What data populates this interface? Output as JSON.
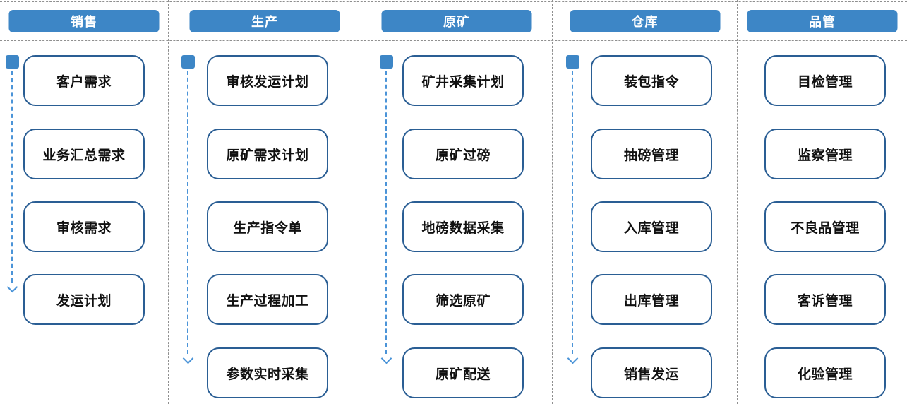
{
  "theme": {
    "header_bg": "#3d86c6",
    "box_border": "#2a5e94",
    "arrow_color": "#4b94d8",
    "grid_line_color": "#8f8f8f",
    "box_text_color": "#111111",
    "header_text_color": "#ffffff"
  },
  "columns": [
    {
      "title": "销售",
      "has_flow_arrow": true,
      "items": [
        "客户需求",
        "业务汇总需求",
        "审核需求",
        "发运计划"
      ]
    },
    {
      "title": "生产",
      "has_flow_arrow": true,
      "items": [
        "审核发运计划",
        "原矿需求计划",
        "生产指令单",
        "生产过程加工",
        "参数实时采集"
      ]
    },
    {
      "title": "原矿",
      "has_flow_arrow": true,
      "items": [
        "矿井采集计划",
        "原矿过磅",
        "地磅数据采集",
        "筛选原矿",
        "原矿配送"
      ]
    },
    {
      "title": "仓库",
      "has_flow_arrow": true,
      "items": [
        "装包指令",
        "抽磅管理",
        "入库管理",
        "出库管理",
        "销售发运"
      ]
    },
    {
      "title": "品管",
      "has_flow_arrow": false,
      "items": [
        "目检管理",
        "监察管理",
        "不良品管理",
        "客诉管理",
        "化验管理"
      ]
    }
  ]
}
